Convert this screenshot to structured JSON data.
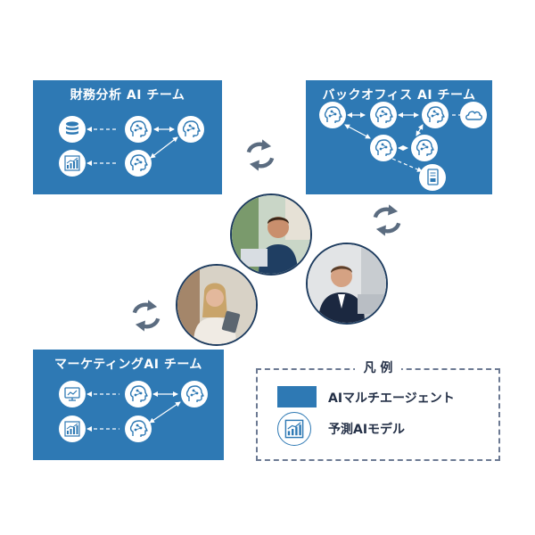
{
  "teams": {
    "finance": {
      "title": "財務分析 AI チーム"
    },
    "backoffice": {
      "title": "バックオフィス AI チーム"
    },
    "marketing": {
      "title": "マーケティングAI チーム"
    }
  },
  "legend": {
    "title": "凡 例",
    "agent_label": "AIマルチエージェント",
    "model_label": "予測AIモデル"
  },
  "colors": {
    "panel": "#2e79b4",
    "icon_line": "#2e79b4",
    "cycle_arrows": "#5b6c80",
    "legend_border": "#6c7a93",
    "text_dark": "#243047"
  },
  "icons": {
    "agent": "robot-head-icon",
    "database": "database-icon",
    "chart": "bar-chart-icon",
    "cloud": "cloud-icon",
    "document": "document-icon",
    "monitor": "monitor-chart-icon",
    "cycle": "refresh-cycle-icon"
  }
}
